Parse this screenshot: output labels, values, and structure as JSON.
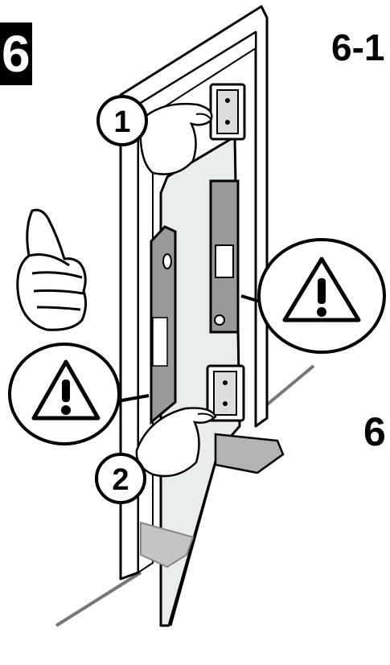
{
  "step": {
    "number": "6"
  },
  "substeps": {
    "first": "6-1",
    "second": "6"
  },
  "callouts": [
    {
      "label": "1"
    },
    {
      "label": "2"
    }
  ],
  "icons": {
    "warning_upper": "warning-triangle-icon",
    "warning_lower": "warning-triangle-icon",
    "thumbs_up": "thumbs-up-icon"
  },
  "colors": {
    "ink": "#000000",
    "panel_fill": "#e9ecec",
    "shadow": "#b3b3b3",
    "paper": "#ffffff"
  }
}
